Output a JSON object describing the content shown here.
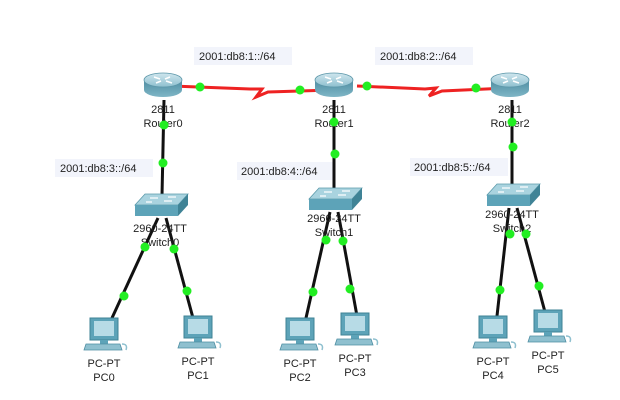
{
  "colors": {
    "serial_link": "#ee2222",
    "ethernet_link": "#111111",
    "port_up": "#22ee22",
    "device_fill": "#5a9fb4",
    "label_bg": "#f2f4fb"
  },
  "devices": [
    {
      "id": "Router0",
      "model": "2811",
      "name": "Router0",
      "type": "router"
    },
    {
      "id": "Router1",
      "model": "2811",
      "name": "Router1",
      "type": "router"
    },
    {
      "id": "Router2",
      "model": "2811",
      "name": "Router2",
      "type": "router"
    },
    {
      "id": "Switch0",
      "model": "2960-24TT",
      "name": "Switch0",
      "type": "switch"
    },
    {
      "id": "Switch1",
      "model": "2960-24TT",
      "name": "Switch1",
      "type": "switch"
    },
    {
      "id": "Switch2",
      "model": "2960-24TT",
      "name": "Switch2",
      "type": "switch"
    },
    {
      "id": "PC0",
      "model": "PC-PT",
      "name": "PC0",
      "type": "pc"
    },
    {
      "id": "PC1",
      "model": "PC-PT",
      "name": "PC1",
      "type": "pc"
    },
    {
      "id": "PC2",
      "model": "PC-PT",
      "name": "PC2",
      "type": "pc"
    },
    {
      "id": "PC3",
      "model": "PC-PT",
      "name": "PC3",
      "type": "pc"
    },
    {
      "id": "PC4",
      "model": "PC-PT",
      "name": "PC4",
      "type": "pc"
    },
    {
      "id": "PC5",
      "model": "PC-PT",
      "name": "PC5",
      "type": "pc"
    }
  ],
  "links": [
    {
      "from": "Router0",
      "to": "Router1",
      "type": "serial",
      "status": "up"
    },
    {
      "from": "Router1",
      "to": "Router2",
      "type": "serial",
      "status": "up"
    },
    {
      "from": "Router0",
      "to": "Switch0",
      "type": "ethernet",
      "status": "up"
    },
    {
      "from": "Router1",
      "to": "Switch1",
      "type": "ethernet",
      "status": "up"
    },
    {
      "from": "Router2",
      "to": "Switch2",
      "type": "ethernet",
      "status": "up"
    },
    {
      "from": "Switch0",
      "to": "PC0",
      "type": "ethernet",
      "status": "up"
    },
    {
      "from": "Switch0",
      "to": "PC1",
      "type": "ethernet",
      "status": "up"
    },
    {
      "from": "Switch1",
      "to": "PC2",
      "type": "ethernet",
      "status": "up"
    },
    {
      "from": "Switch1",
      "to": "PC3",
      "type": "ethernet",
      "status": "up"
    },
    {
      "from": "Switch2",
      "to": "PC4",
      "type": "ethernet",
      "status": "up"
    },
    {
      "from": "Switch2",
      "to": "PC5",
      "type": "ethernet",
      "status": "up"
    }
  ],
  "network_labels": [
    {
      "text": "2001:db8:1::/64",
      "between": "Router0-Router1"
    },
    {
      "text": "2001:db8:2::/64",
      "between": "Router1-Router2"
    },
    {
      "text": "2001:db8:3::/64",
      "between": "Router0-Switch0"
    },
    {
      "text": "2001:db8:4::/64",
      "between": "Router1-Switch1"
    },
    {
      "text": "2001:db8:5::/64",
      "between": "Router2-Switch2"
    }
  ]
}
